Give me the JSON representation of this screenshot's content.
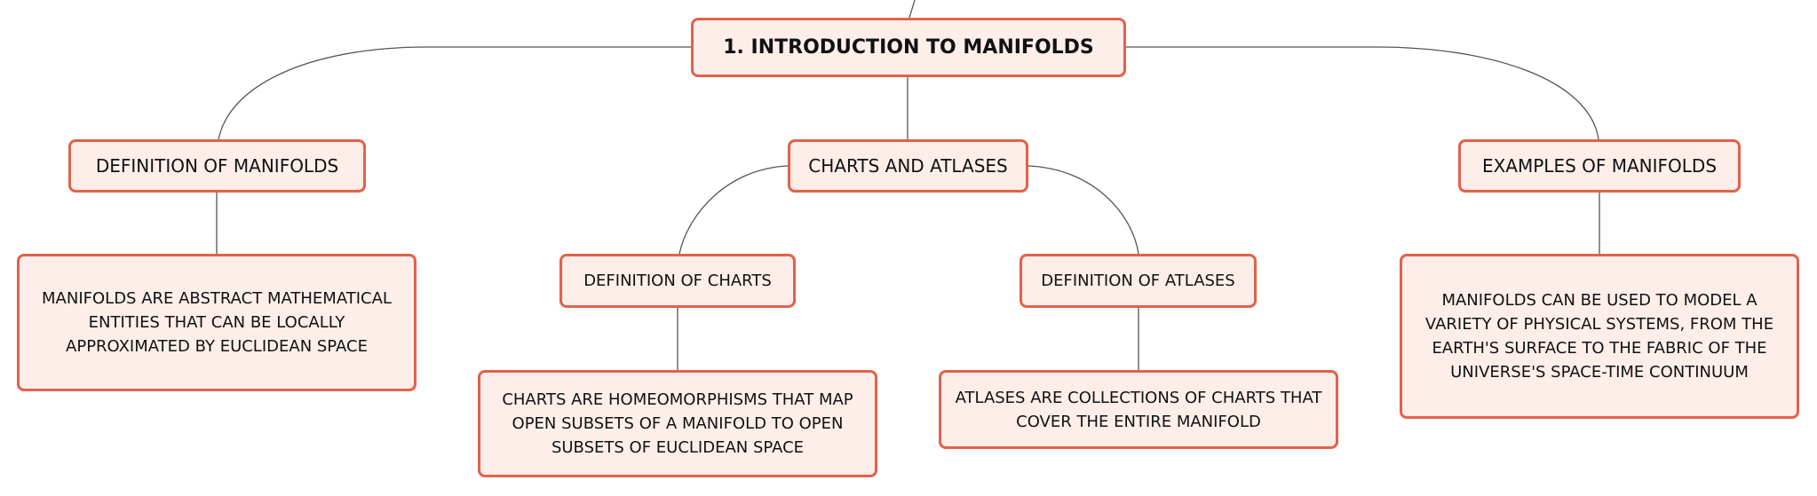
{
  "diagram": {
    "root": {
      "label": "1. INTRODUCTION TO MANIFOLDS"
    },
    "definition": {
      "label": "DEFINITION OF MANIFOLDS",
      "detail": "MANIFOLDS ARE ABSTRACT MATHEMATICAL ENTITIES THAT CAN BE LOCALLY APPROXIMATED BY EUCLIDEAN SPACE"
    },
    "charts_atlases": {
      "label": "CHARTS AND ATLASES",
      "charts": {
        "label": "DEFINITION OF CHARTS",
        "detail": "CHARTS ARE HOMEOMORPHISMS THAT MAP OPEN SUBSETS OF A MANIFOLD TO OPEN SUBSETS OF EUCLIDEAN SPACE"
      },
      "atlases": {
        "label": "DEFINITION OF ATLASES",
        "detail": "ATLASES ARE COLLECTIONS OF CHARTS THAT COVER THE ENTIRE MANIFOLD"
      }
    },
    "examples": {
      "label": "EXAMPLES OF MANIFOLDS",
      "detail": "MANIFOLDS CAN BE USED TO MODEL A VARIETY OF PHYSICAL SYSTEMS, FROM THE EARTH'S SURFACE TO THE FABRIC OF THE UNIVERSE'S SPACE-TIME CONTINUUM"
    }
  },
  "colors": {
    "node_border": "#e2614a",
    "node_fill": "#fdeeea",
    "connector": "#555555",
    "text": "#111111"
  }
}
